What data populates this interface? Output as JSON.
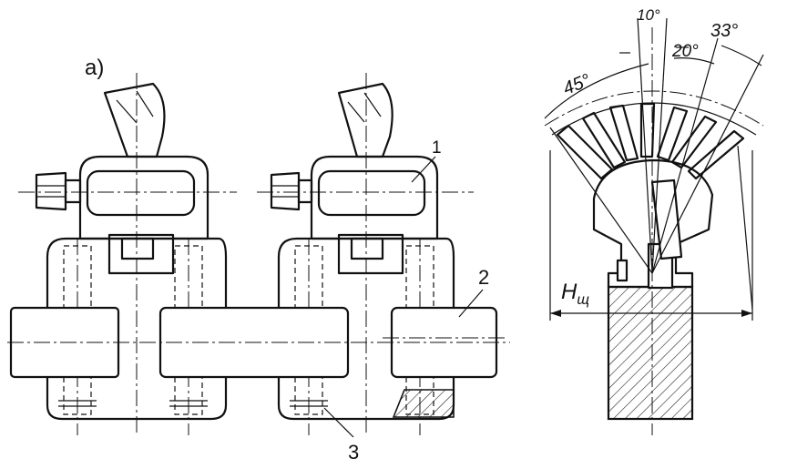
{
  "figure": {
    "panel_label": "а)",
    "callouts": {
      "c1": "1",
      "c2": "2",
      "c3": "3"
    },
    "angles": {
      "a10": "10°",
      "a20": "20°",
      "a33": "33°",
      "a45": "45°"
    },
    "height_symbol": {
      "main": "H",
      "sub": "щ"
    }
  }
}
